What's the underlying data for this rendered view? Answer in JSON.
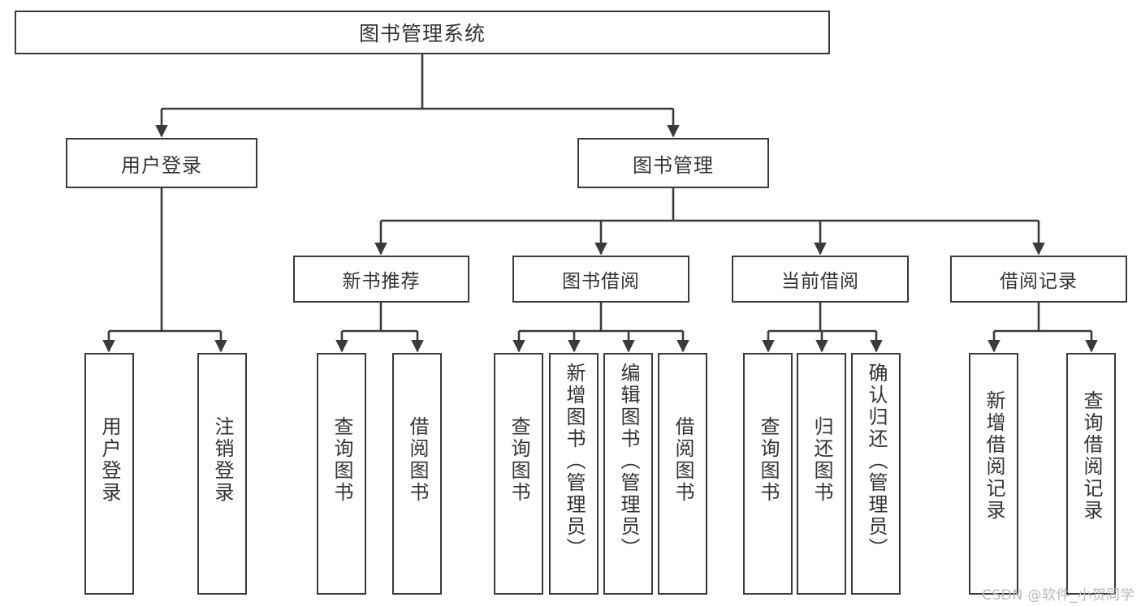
{
  "diagram": {
    "title": "图书管理系统",
    "type": "hierarchy-tree",
    "watermark": "CSDN @软件_小贺同学",
    "colors": {
      "box_border": "#3a3a3a",
      "box_fill": "#ffffff",
      "text": "#333333",
      "connector": "#3a3a3a",
      "watermark": "#b9b9b9",
      "background": "#ffffff"
    },
    "nodes": {
      "root": {
        "label": "图书管理系统"
      },
      "level2": [
        {
          "id": "user-login",
          "label": "用户登录"
        },
        {
          "id": "book-manage",
          "label": "图书管理"
        }
      ],
      "level3": [
        {
          "id": "new-book-recommend",
          "label": "新书推荐"
        },
        {
          "id": "book-borrow",
          "label": "图书借阅"
        },
        {
          "id": "current-borrow",
          "label": "当前借阅"
        },
        {
          "id": "borrow-record",
          "label": "借阅记录"
        }
      ],
      "leaves": {
        "user_login": [
          {
            "id": "leaf-user-login",
            "label": "用户登录"
          },
          {
            "id": "leaf-logout-login",
            "label": "注销登录"
          }
        ],
        "new_book_recommend": [
          {
            "id": "leaf-query-book-1",
            "label": "查询图书"
          },
          {
            "id": "leaf-borrow-book-1",
            "label": "借阅图书"
          }
        ],
        "book_borrow": [
          {
            "id": "leaf-query-book-2",
            "label": "查询图书"
          },
          {
            "id": "leaf-add-book",
            "label": "新增图书（管理员）"
          },
          {
            "id": "leaf-edit-book",
            "label": "编辑图书（管理员）"
          },
          {
            "id": "leaf-borrow-book-2",
            "label": "借阅图书"
          }
        ],
        "current_borrow": [
          {
            "id": "leaf-query-book-3",
            "label": "查询图书"
          },
          {
            "id": "leaf-return-book",
            "label": "归还图书"
          },
          {
            "id": "leaf-confirm-return",
            "label": "确认归还（管理员）"
          }
        ],
        "borrow_record": [
          {
            "id": "leaf-add-borrow-record",
            "label": "新增借阅记录"
          },
          {
            "id": "leaf-query-borrow-record",
            "label": "查询借阅记录"
          }
        ]
      }
    }
  }
}
